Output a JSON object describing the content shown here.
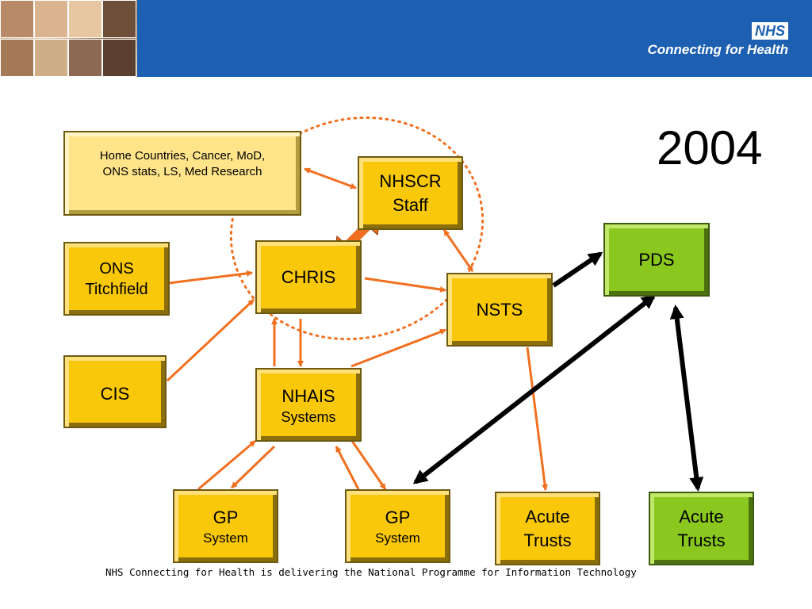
{
  "header": {
    "logo_text": "NHS",
    "tagline": "Connecting for Health"
  },
  "year": "2004",
  "boxes": {
    "home_countries": {
      "line1": "Home Countries, Cancer, MoD,",
      "line2": "ONS stats, LS, Med Research"
    },
    "nhscr": {
      "line1": "NHSCR",
      "line2": "Staff"
    },
    "ons": {
      "line1": "ONS",
      "line2": "Titchfield"
    },
    "chris": {
      "label": "CHRIS"
    },
    "nsts": {
      "label": "NSTS"
    },
    "pds": {
      "label": "PDS"
    },
    "cis": {
      "label": "CIS"
    },
    "nhais": {
      "line1": "NHAIS",
      "line2": "Systems"
    },
    "gp1": {
      "line1": "GP",
      "line2": "System"
    },
    "gp2": {
      "line1": "GP",
      "line2": "System"
    },
    "acute1": {
      "line1": "Acute",
      "line2": "Trusts"
    },
    "acute2": {
      "line1": "Acute",
      "line2": "Trusts"
    }
  },
  "colors": {
    "header_blue": "#1d5fb0",
    "box_yellow": "#f9c80a",
    "box_pale": "#ffe48a",
    "box_green": "#8ac820",
    "arrow_orange": "#f07020",
    "arrow_black": "#000000"
  },
  "footer": "NHS Connecting for Health is delivering the National Programme for Information Technology"
}
